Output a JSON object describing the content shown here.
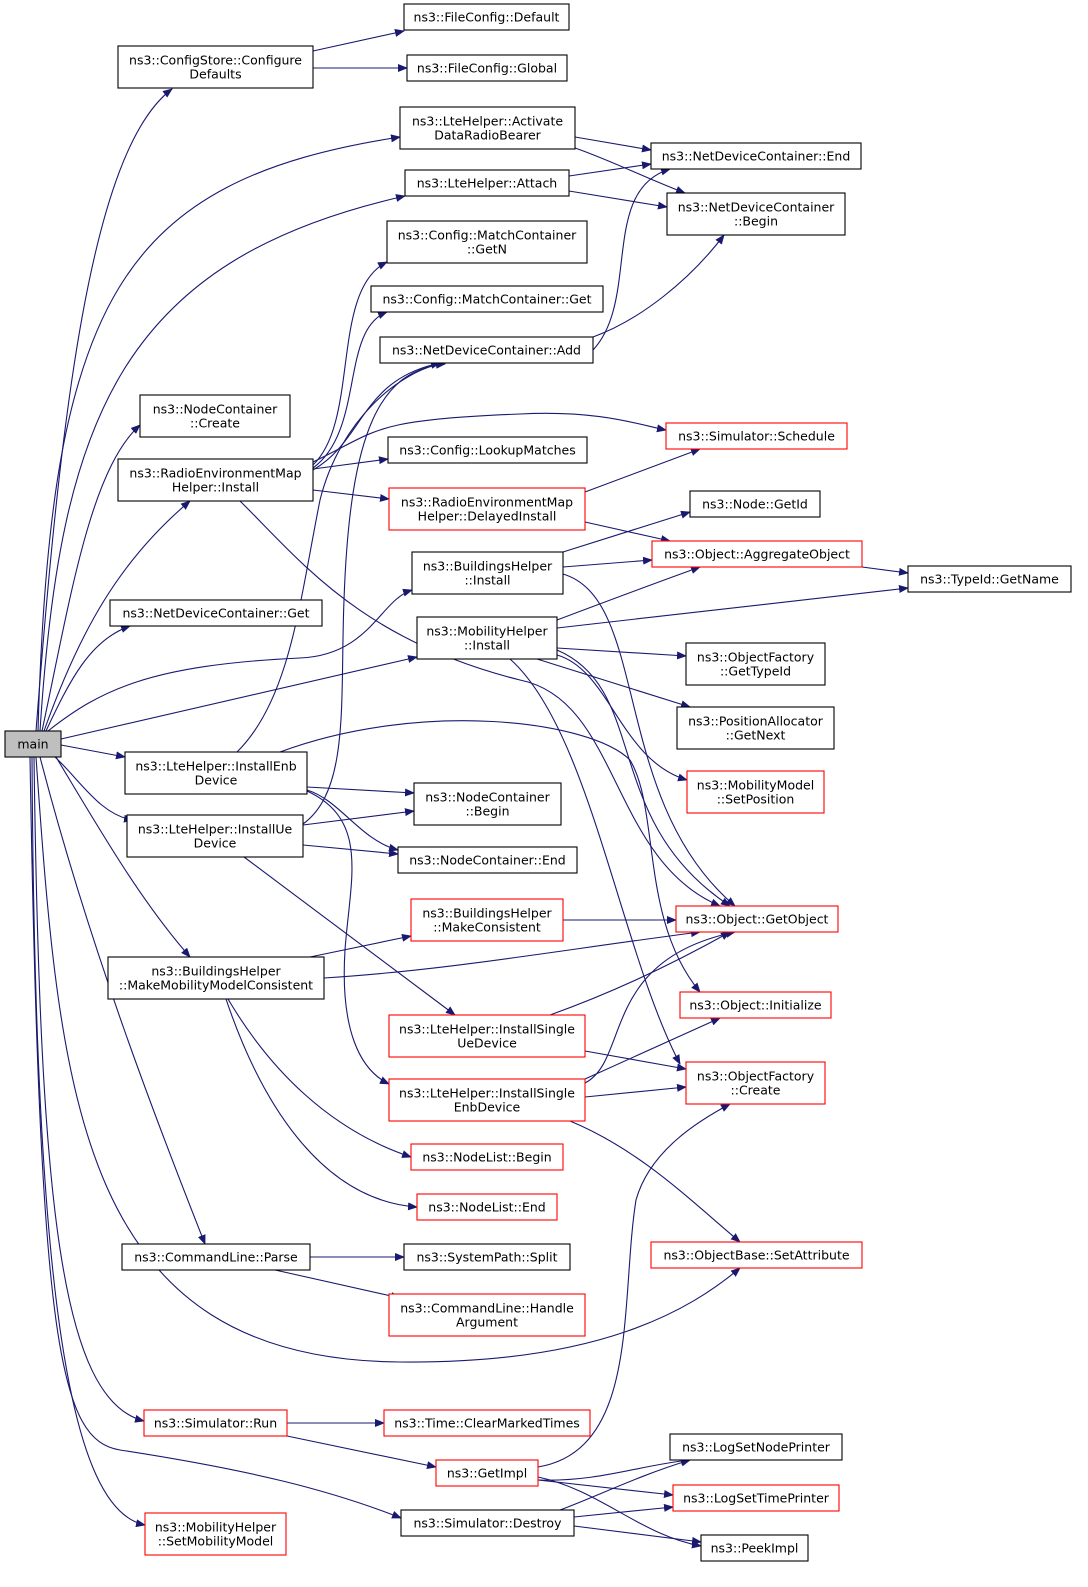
{
  "colors": {
    "edge": "#191970",
    "documented_border": "#000000",
    "undocumented_border": "#ff0000",
    "root_fill": "#bfbfbf",
    "node_fill": "#ffffff"
  },
  "nodes": {
    "main": {
      "lines": [
        "main"
      ],
      "style": "root"
    },
    "configstore": {
      "lines": [
        "ns3::ConfigStore::Configure",
        "Defaults"
      ],
      "style": "black"
    },
    "fc_default": {
      "lines": [
        "ns3::FileConfig::Default"
      ],
      "style": "black"
    },
    "fc_global": {
      "lines": [
        "ns3::FileConfig::Global"
      ],
      "style": "black"
    },
    "activate": {
      "lines": [
        "ns3::LteHelper::Activate",
        "DataRadioBearer"
      ],
      "style": "black"
    },
    "ndc_end": {
      "lines": [
        "ns3::NetDeviceContainer::End"
      ],
      "style": "black"
    },
    "attach": {
      "lines": [
        "ns3::LteHelper::Attach"
      ],
      "style": "black"
    },
    "ndc_begin": {
      "lines": [
        "ns3::NetDeviceContainer",
        "::Begin"
      ],
      "style": "black"
    },
    "mc_getn": {
      "lines": [
        "ns3::Config::MatchContainer",
        "::GetN"
      ],
      "style": "black"
    },
    "mc_get": {
      "lines": [
        "ns3::Config::MatchContainer::Get"
      ],
      "style": "black"
    },
    "ndc_add": {
      "lines": [
        "ns3::NetDeviceContainer::Add"
      ],
      "style": "black"
    },
    "nc_create": {
      "lines": [
        "ns3::NodeContainer",
        "::Create"
      ],
      "style": "black"
    },
    "sim_schedule": {
      "lines": [
        "ns3::Simulator::Schedule"
      ],
      "style": "red"
    },
    "remh_install": {
      "lines": [
        "ns3::RadioEnvironmentMap",
        "Helper::Install"
      ],
      "style": "black"
    },
    "lookup": {
      "lines": [
        "ns3::Config::LookupMatches"
      ],
      "style": "black"
    },
    "remh_delayed": {
      "lines": [
        "ns3::RadioEnvironmentMap",
        "Helper::DelayedInstall"
      ],
      "style": "red"
    },
    "node_getid": {
      "lines": [
        "ns3::Node::GetId"
      ],
      "style": "black"
    },
    "bh_install": {
      "lines": [
        "ns3::BuildingsHelper",
        "::Install"
      ],
      "style": "black"
    },
    "obj_aggregate": {
      "lines": [
        "ns3::Object::AggregateObject"
      ],
      "style": "red"
    },
    "typeid_getname": {
      "lines": [
        "ns3::TypeId::GetName"
      ],
      "style": "black"
    },
    "ndc_get": {
      "lines": [
        "ns3::NetDeviceContainer::Get"
      ],
      "style": "black"
    },
    "mh_install": {
      "lines": [
        "ns3::MobilityHelper",
        "::Install"
      ],
      "style": "black"
    },
    "of_gettypeid": {
      "lines": [
        "ns3::ObjectFactory",
        "::GetTypeId"
      ],
      "style": "black"
    },
    "pa_getnext": {
      "lines": [
        "ns3::PositionAllocator",
        "::GetNext"
      ],
      "style": "black"
    },
    "mm_setposition": {
      "lines": [
        "ns3::MobilityModel",
        "::SetPosition"
      ],
      "style": "red"
    },
    "lte_installenb": {
      "lines": [
        "ns3::LteHelper::InstallEnb",
        "Device"
      ],
      "style": "black"
    },
    "nc_begin": {
      "lines": [
        "ns3::NodeContainer",
        "::Begin"
      ],
      "style": "black"
    },
    "lte_installue": {
      "lines": [
        "ns3::LteHelper::InstallUe",
        "Device"
      ],
      "style": "black"
    },
    "nc_end": {
      "lines": [
        "ns3::NodeContainer::End"
      ],
      "style": "black"
    },
    "bh_makeconsistent": {
      "lines": [
        "ns3::BuildingsHelper",
        "::MakeConsistent"
      ],
      "style": "red"
    },
    "obj_getobject": {
      "lines": [
        "ns3::Object::GetObject"
      ],
      "style": "red"
    },
    "bh_makemmc": {
      "lines": [
        "ns3::BuildingsHelper",
        "::MakeMobilityModelConsistent"
      ],
      "style": "black"
    },
    "obj_initialize": {
      "lines": [
        "ns3::Object::Initialize"
      ],
      "style": "red"
    },
    "lte_singleue": {
      "lines": [
        "ns3::LteHelper::InstallSingle",
        "UeDevice"
      ],
      "style": "red"
    },
    "of_create": {
      "lines": [
        "ns3::ObjectFactory",
        "::Create"
      ],
      "style": "red"
    },
    "lte_singleenb": {
      "lines": [
        "ns3::LteHelper::InstallSingle",
        "EnbDevice"
      ],
      "style": "red"
    },
    "nl_begin": {
      "lines": [
        "ns3::NodeList::Begin"
      ],
      "style": "red"
    },
    "nl_end": {
      "lines": [
        "ns3::NodeList::End"
      ],
      "style": "red"
    },
    "cl_parse": {
      "lines": [
        "ns3::CommandLine::Parse"
      ],
      "style": "black"
    },
    "sp_split": {
      "lines": [
        "ns3::SystemPath::Split"
      ],
      "style": "black"
    },
    "ob_setattribute": {
      "lines": [
        "ns3::ObjectBase::SetAttribute"
      ],
      "style": "red"
    },
    "cl_handle": {
      "lines": [
        "ns3::CommandLine::Handle",
        "Argument"
      ],
      "style": "red"
    },
    "sim_run": {
      "lines": [
        "ns3::Simulator::Run"
      ],
      "style": "red"
    },
    "time_clear": {
      "lines": [
        "ns3::Time::ClearMarkedTimes"
      ],
      "style": "red"
    },
    "log_nodeprinter": {
      "lines": [
        "ns3::LogSetNodePrinter"
      ],
      "style": "black"
    },
    "getimpl": {
      "lines": [
        "ns3::GetImpl"
      ],
      "style": "red"
    },
    "log_timeprinter": {
      "lines": [
        "ns3::LogSetTimePrinter"
      ],
      "style": "red"
    },
    "mh_setmobility": {
      "lines": [
        "ns3::MobilityHelper",
        "::SetMobilityModel"
      ],
      "style": "red"
    },
    "sim_destroy": {
      "lines": [
        "ns3::Simulator::Destroy"
      ],
      "style": "black"
    },
    "peekimpl": {
      "lines": [
        "ns3::PeekImpl"
      ],
      "style": "black"
    }
  }
}
